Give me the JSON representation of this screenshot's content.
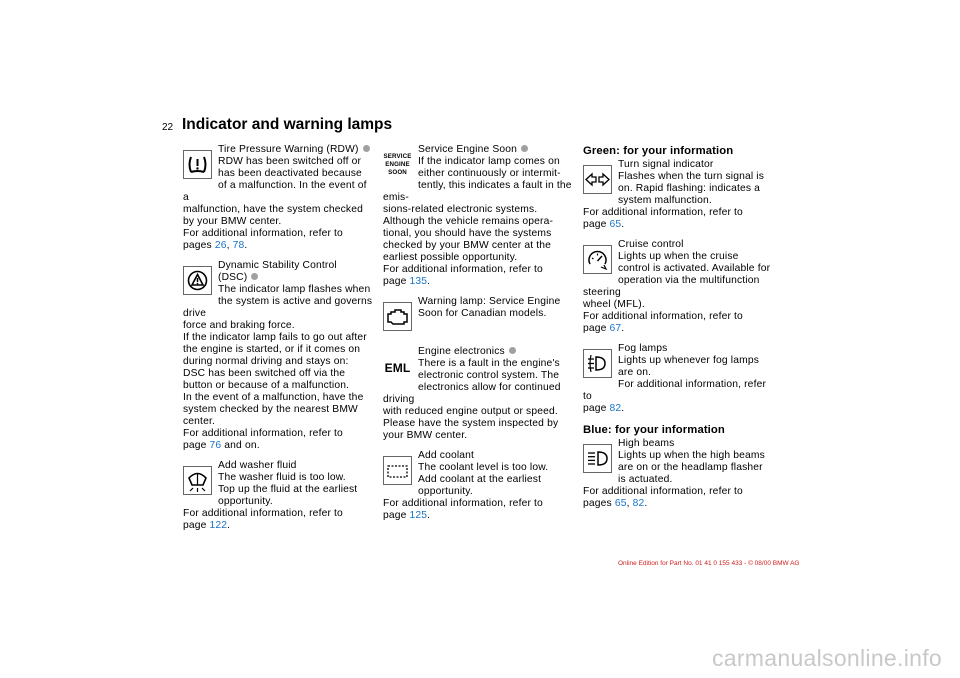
{
  "page": {
    "number": "22",
    "title": "Indicator and warning lamps"
  },
  "footer": {
    "edition": "Online Edition for Part No. 01 41 0 155 433 - © 08/00 BMW AG"
  },
  "watermark": {
    "text": "carmanualsonline.info"
  },
  "col1": {
    "tire": {
      "lines": [
        "Tire Pressure Warning (RDW)",
        "RDW has been switched off or",
        "has been deactivated because",
        "of a malfunction. In the event of a",
        "malfunction, have the system checked",
        "by your BMW center.",
        "For additional information, refer to"
      ],
      "pages_prefix": "pages ",
      "link1": "26",
      "sep": ", ",
      "link2": "78",
      "end": "."
    },
    "dsc": {
      "lines": [
        "Dynamic Stability Control",
        "(DSC)",
        "The indicator lamp flashes when",
        "the system is active and governs drive",
        "force and braking force.",
        "If the indicator lamp fails to go out after",
        "the engine is started, or if it comes on",
        "during normal driving and stays on:",
        "DSC has been switched off via the",
        "button or because of a malfunction.",
        "In the event of a malfunction, have the",
        "system checked by the nearest BMW",
        "center.",
        "For additional information, refer to"
      ],
      "page_prefix": "page ",
      "link": "76",
      "after": " and on."
    },
    "washer": {
      "lines": [
        "Add washer fluid",
        "The washer fluid is too low.",
        "Top up the fluid at the earliest",
        "opportunity.",
        "For additional information, refer to"
      ],
      "page_prefix": "page ",
      "link": "122",
      "end": "."
    }
  },
  "col2": {
    "ses": {
      "lines": [
        "Service Engine Soon",
        "If the indicator lamp comes on",
        "either continuously or intermit-",
        "tently, this indicates a fault in the emis-",
        "sions-related electronic systems.",
        "Although the vehicle remains opera-",
        "tional, you should have the systems",
        "checked by your BMW center at the",
        "earliest possible opportunity.",
        "For additional information, refer to"
      ],
      "page_prefix": "page ",
      "link": "135",
      "end": ".",
      "icon_label": [
        "SERVICE",
        "ENGINE",
        "SOON"
      ]
    },
    "warning": {
      "lines": [
        "Warning lamp: Service Engine",
        "Soon for Canadian models."
      ]
    },
    "eml": {
      "lines": [
        "Engine electronics",
        "There is a fault in the engine's",
        "electronic control system. The",
        "electronics allow for continued driving",
        "with reduced engine output or speed.",
        "Please have the system inspected by",
        "your BMW center."
      ],
      "icon_label": "EML"
    },
    "coolant": {
      "lines": [
        "Add coolant",
        "The coolant level is too low.",
        "Add coolant at the earliest",
        "opportunity.",
        "For additional information, refer to"
      ],
      "page_prefix": "page ",
      "link": "125",
      "end": "."
    }
  },
  "col3": {
    "green_heading": "Green: for your information",
    "turn": {
      "lines": [
        "Turn signal indicator",
        "Flashes when the turn signal is",
        "on. Rapid flashing: indicates a",
        "system malfunction.",
        "For additional information, refer to"
      ],
      "page_prefix": "page ",
      "link": "65",
      "end": "."
    },
    "cruise": {
      "lines": [
        "Cruise control",
        "Lights up when the cruise",
        "control is activated. Available for",
        "operation via the multifunction steering",
        "wheel (MFL).",
        "For additional information, refer to"
      ],
      "page_prefix": "page ",
      "link": "67",
      "end": "."
    },
    "fog": {
      "lines": [
        "Fog lamps",
        "Lights up whenever fog lamps",
        "are on.",
        "For additional information, refer to"
      ],
      "page_prefix": "page ",
      "link": "82",
      "end": "."
    },
    "blue_heading": "Blue: for your information",
    "high": {
      "lines": [
        "High beams",
        "Lights up when the high beams",
        "are on or the headlamp flasher",
        "is actuated.",
        "For additional information, refer to"
      ],
      "pages_prefix": "pages ",
      "link1": "65",
      "sep": ", ",
      "link2": "82",
      "end": "."
    }
  },
  "colors": {
    "link": "#1a73c8",
    "footer": "#d02020",
    "watermark": "#c8c8c8",
    "dot": "#a0a0a0"
  }
}
